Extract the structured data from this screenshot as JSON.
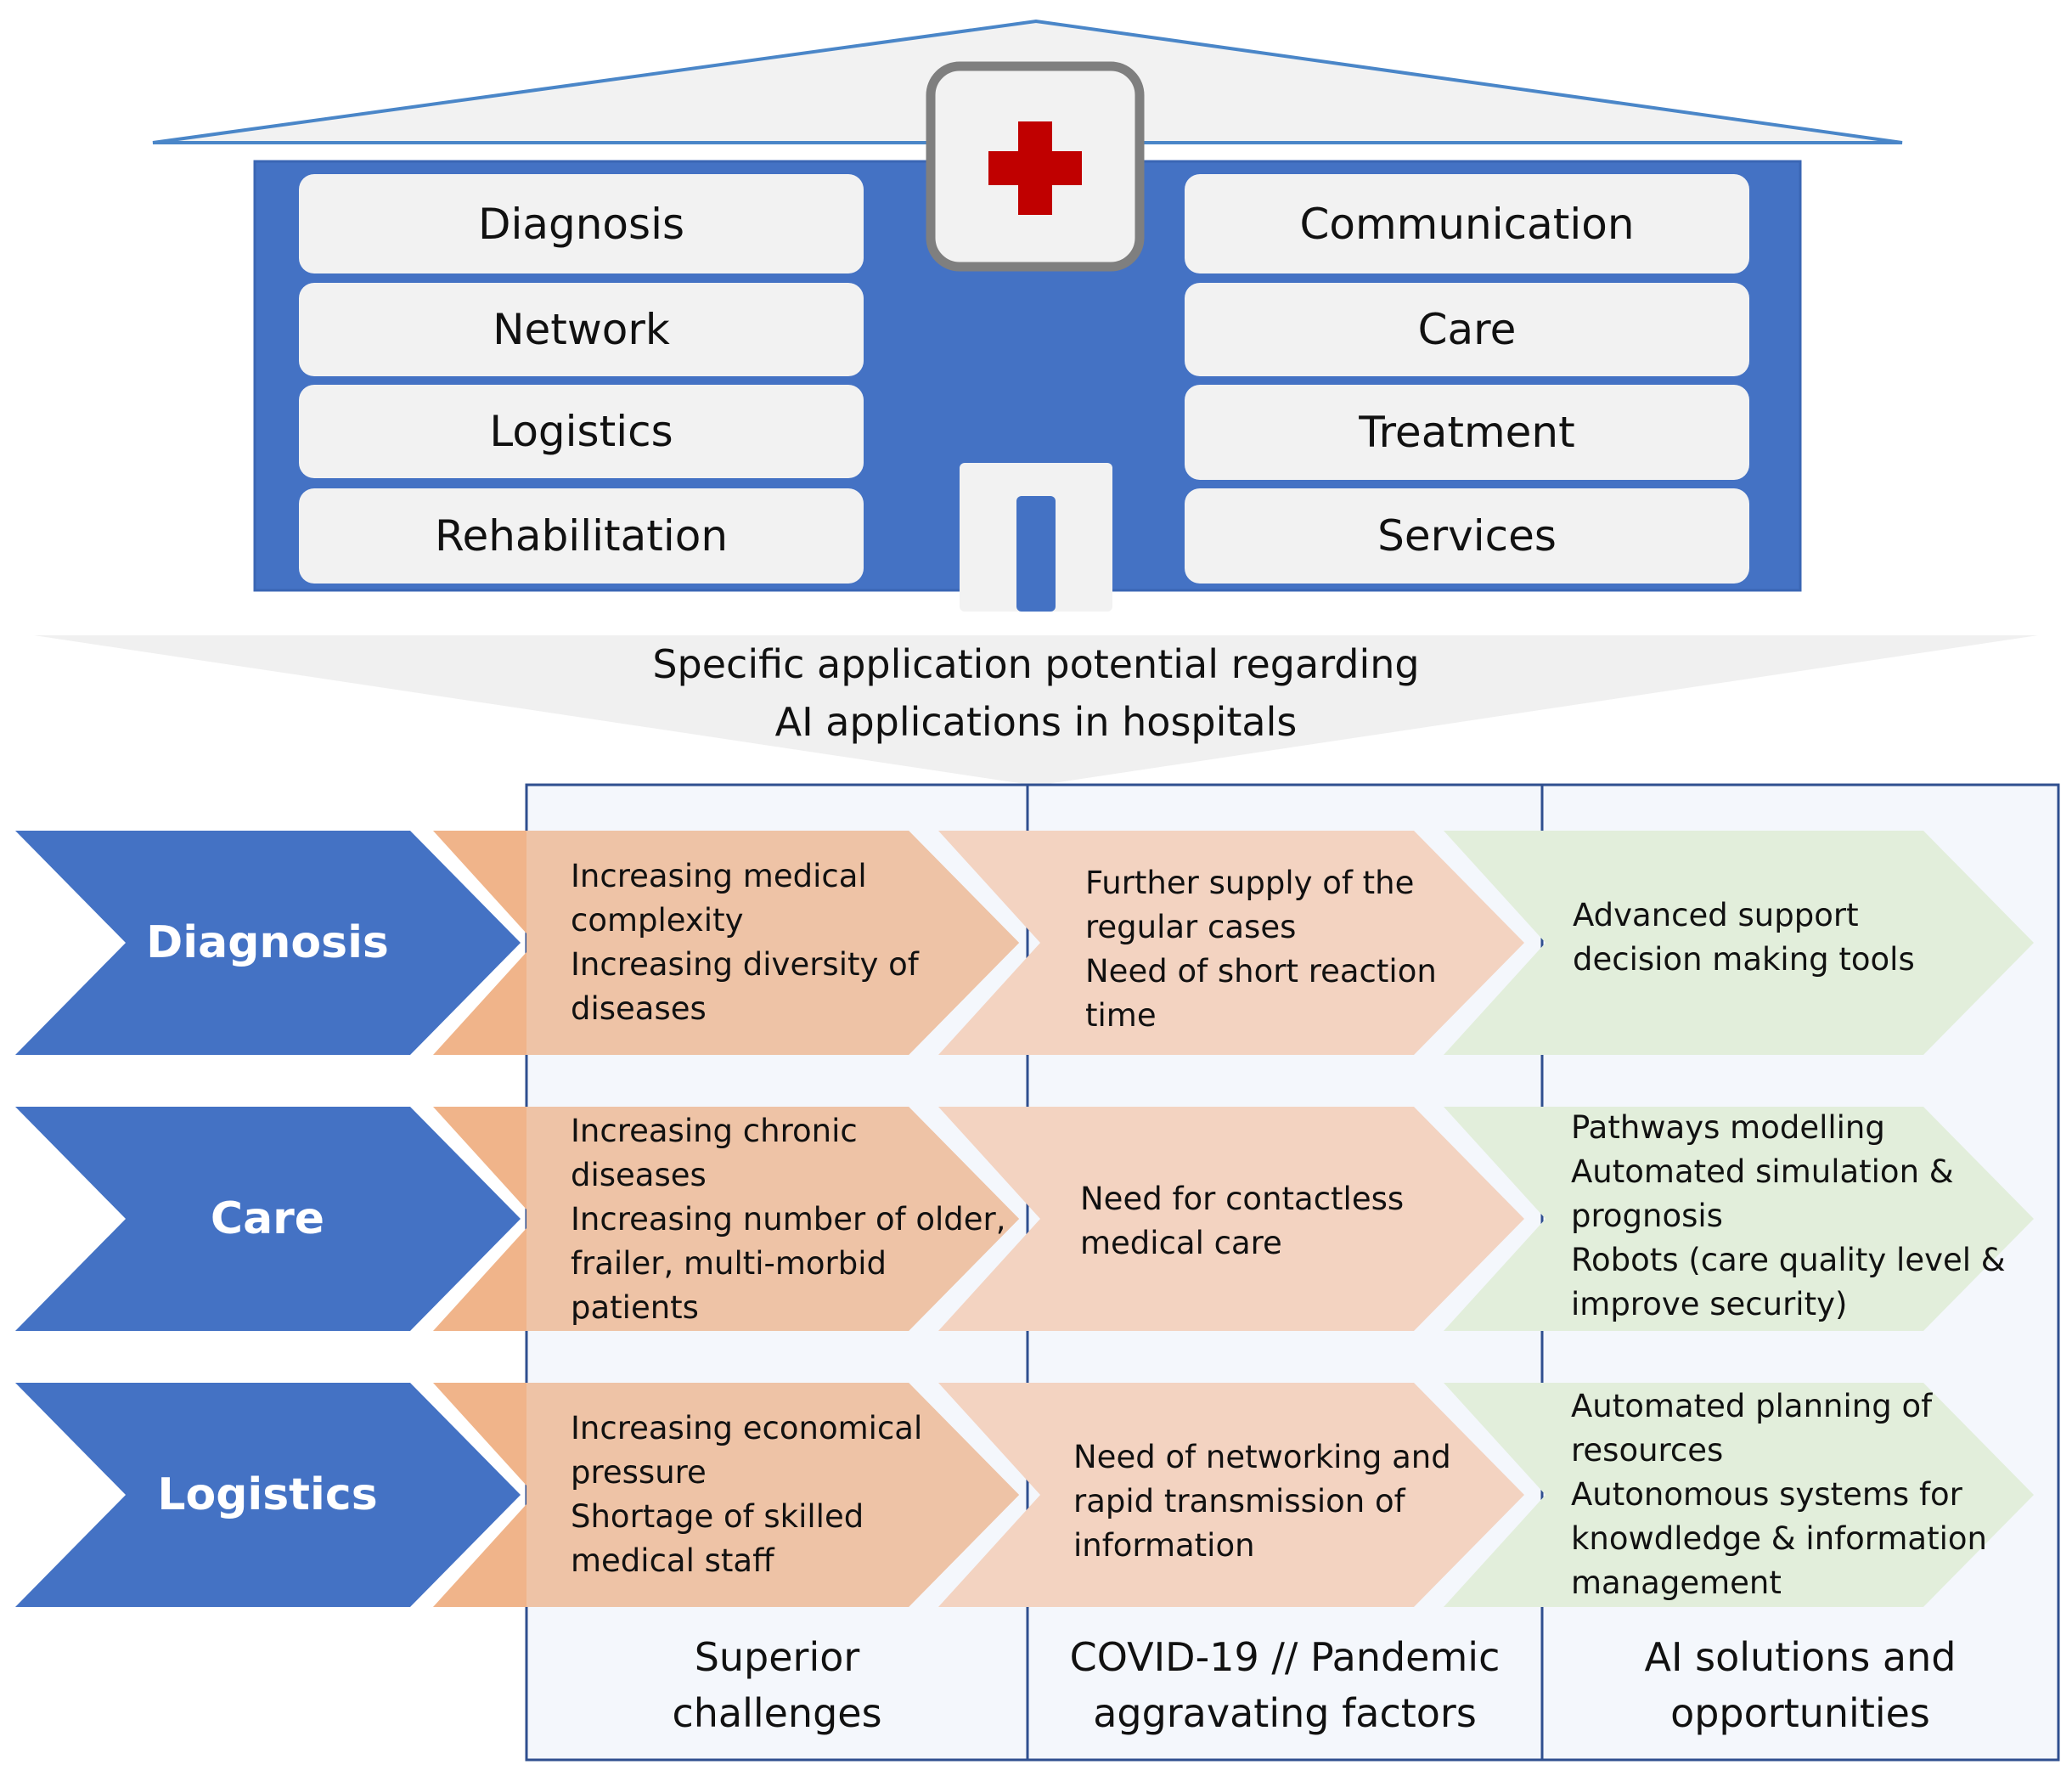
{
  "hospital": {
    "left_boxes": [
      "Diagnosis",
      "Network",
      "Logistics",
      "Rehabilitation"
    ],
    "right_boxes": [
      "Communication",
      "Care",
      "Treatment",
      "Services"
    ],
    "caption_line1": "Specific application potential regarding",
    "caption_line2": "AI applications in hospitals"
  },
  "columns": [
    {
      "line1": "Superior",
      "line2": "challenges"
    },
    {
      "line1": "COVID-19 // Pandemic",
      "line2": "aggravating factors"
    },
    {
      "line1": "AI solutions and",
      "line2": "opportunities"
    }
  ],
  "rows": [
    {
      "category": "Diagnosis",
      "challenges": [
        "Increasing medical",
        "complexity",
        "Increasing diversity of",
        "diseases"
      ],
      "covid": [
        "Further supply of the",
        "regular cases",
        "Need of short reaction",
        "time"
      ],
      "ai": [
        "Advanced support",
        "decision making tools"
      ]
    },
    {
      "category": "Care",
      "challenges": [
        "Increasing chronic",
        "diseases",
        "Increasing number of older,",
        "frailer, multi-morbid",
        "patients"
      ],
      "covid": [
        "Need for contactless",
        "medical care"
      ],
      "ai": [
        "Pathways modelling",
        "Automated simulation &",
        "prognosis",
        "Robots (care quality level &",
        "improve security)"
      ]
    },
    {
      "category": "Logistics",
      "challenges": [
        "Increasing economical",
        "pressure",
        "Shortage of skilled",
        "medical staff"
      ],
      "covid": [
        "Need of networking and",
        "rapid transmission of",
        "information"
      ],
      "ai": [
        "Automated planning of",
        "resources",
        "Autonomous systems for",
        "knowdledge & information",
        "management"
      ]
    }
  ],
  "colors": {
    "building_blue": "#4472c4",
    "cross_red": "#c00000",
    "challenge_orange": "#f0b48a",
    "covid_peach": "#f3d3c1",
    "ai_green": "#e2eedb",
    "panel_bg": "#f4f7fc",
    "funnel_gray": "#f0f0f0"
  },
  "icons": [
    "red-cross-icon"
  ]
}
